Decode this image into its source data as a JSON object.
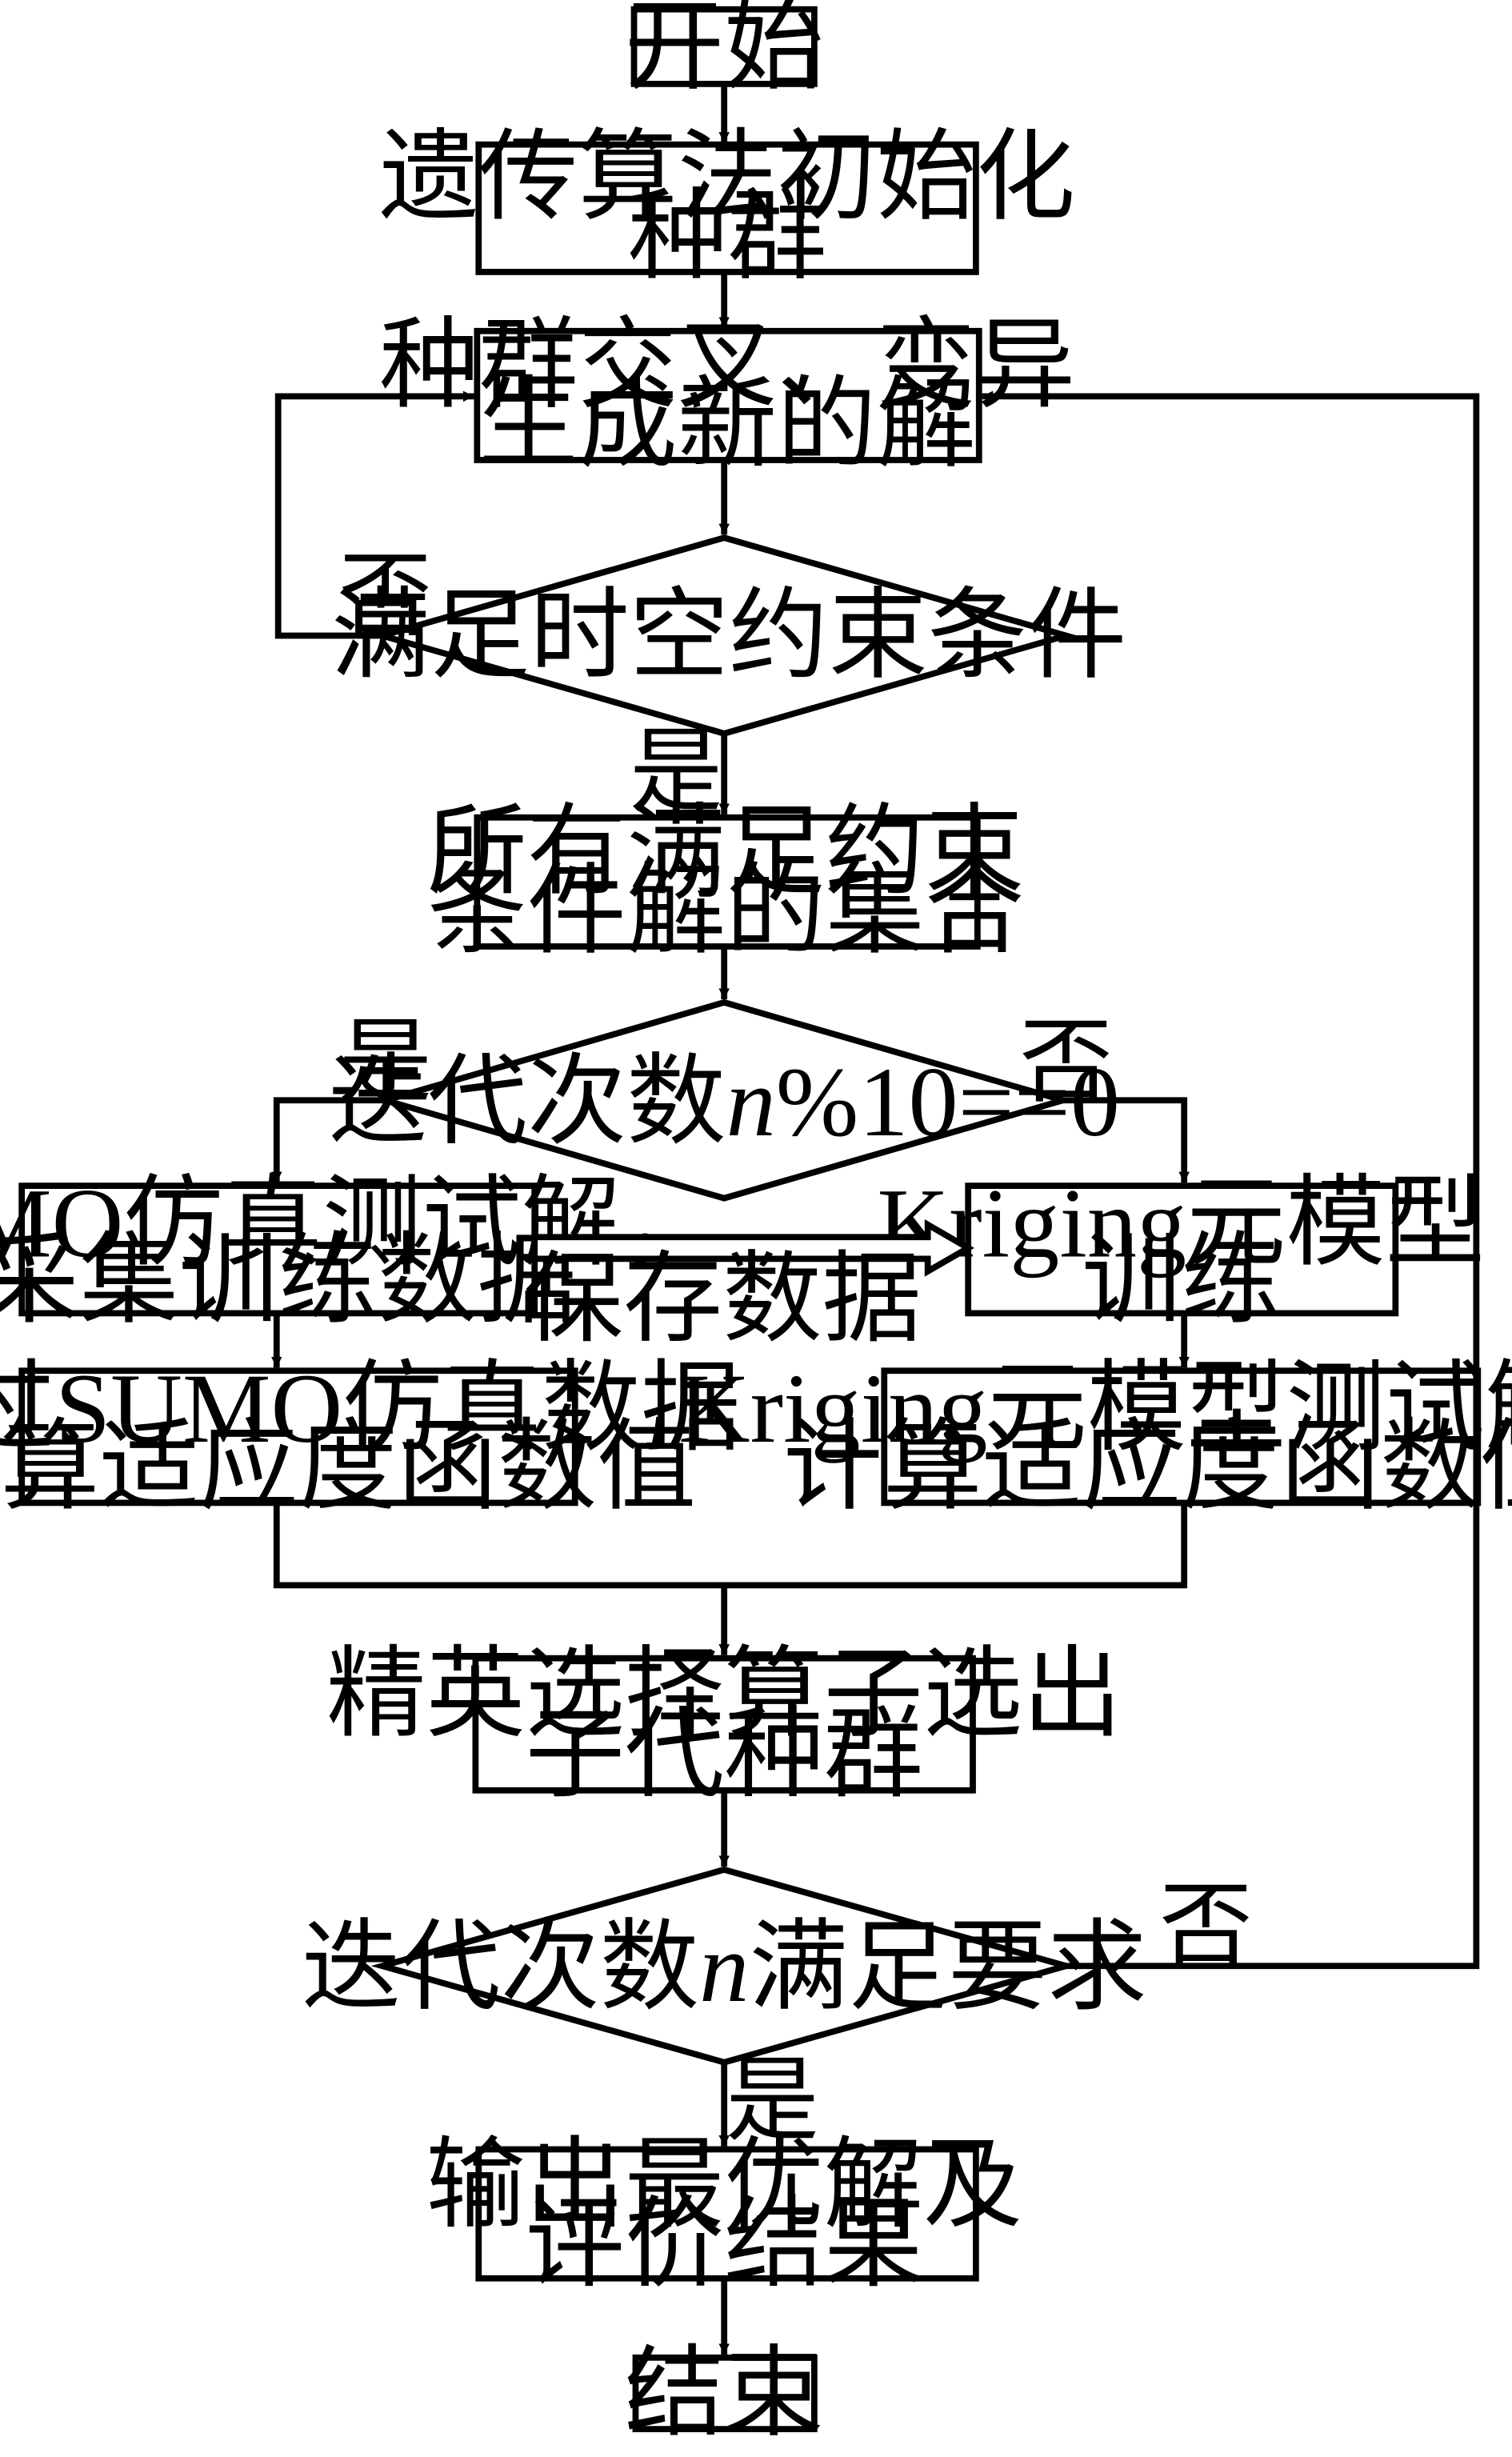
{
  "flowchart": {
    "start": "开始",
    "init": [
      "遗传算法初始化",
      "种群"
    ],
    "crossover": [
      "种群交叉、变异",
      "生成新的解"
    ],
    "constraint_check": "满足时空约束条件",
    "feasible_set": [
      "所有满足约束",
      "条件解的集合"
    ],
    "iteration_check": {
      "prefix": "迭代次数",
      "var": "n",
      "suffix": "%10==0"
    },
    "sumo_test": [
      "SUMO仿真测试解，",
      "采集训练数据"
    ],
    "kriging_train": [
      "Kriging元模型",
      "训练"
    ],
    "save_data": "保存数据",
    "sumo_fitness": [
      "通过SUMO仿真数据",
      "计算适应度函数值"
    ],
    "kriging_fitness": [
      "Kriging元模型测试解，",
      "计算适应度函数值"
    ],
    "elite_select": [
      "精英选择算子选出",
      "子代种群"
    ],
    "stop_check": {
      "prefix": "迭代次数",
      "var": "n",
      "suffix": "满足要求"
    },
    "output": [
      "输出最优解及",
      "评价结果"
    ],
    "end": "结束"
  },
  "labels": {
    "constraint_no": "否",
    "constraint_yes": "是",
    "iteration_yes": "是",
    "iteration_no": "否",
    "stop_no": "否",
    "stop_yes": "是"
  }
}
